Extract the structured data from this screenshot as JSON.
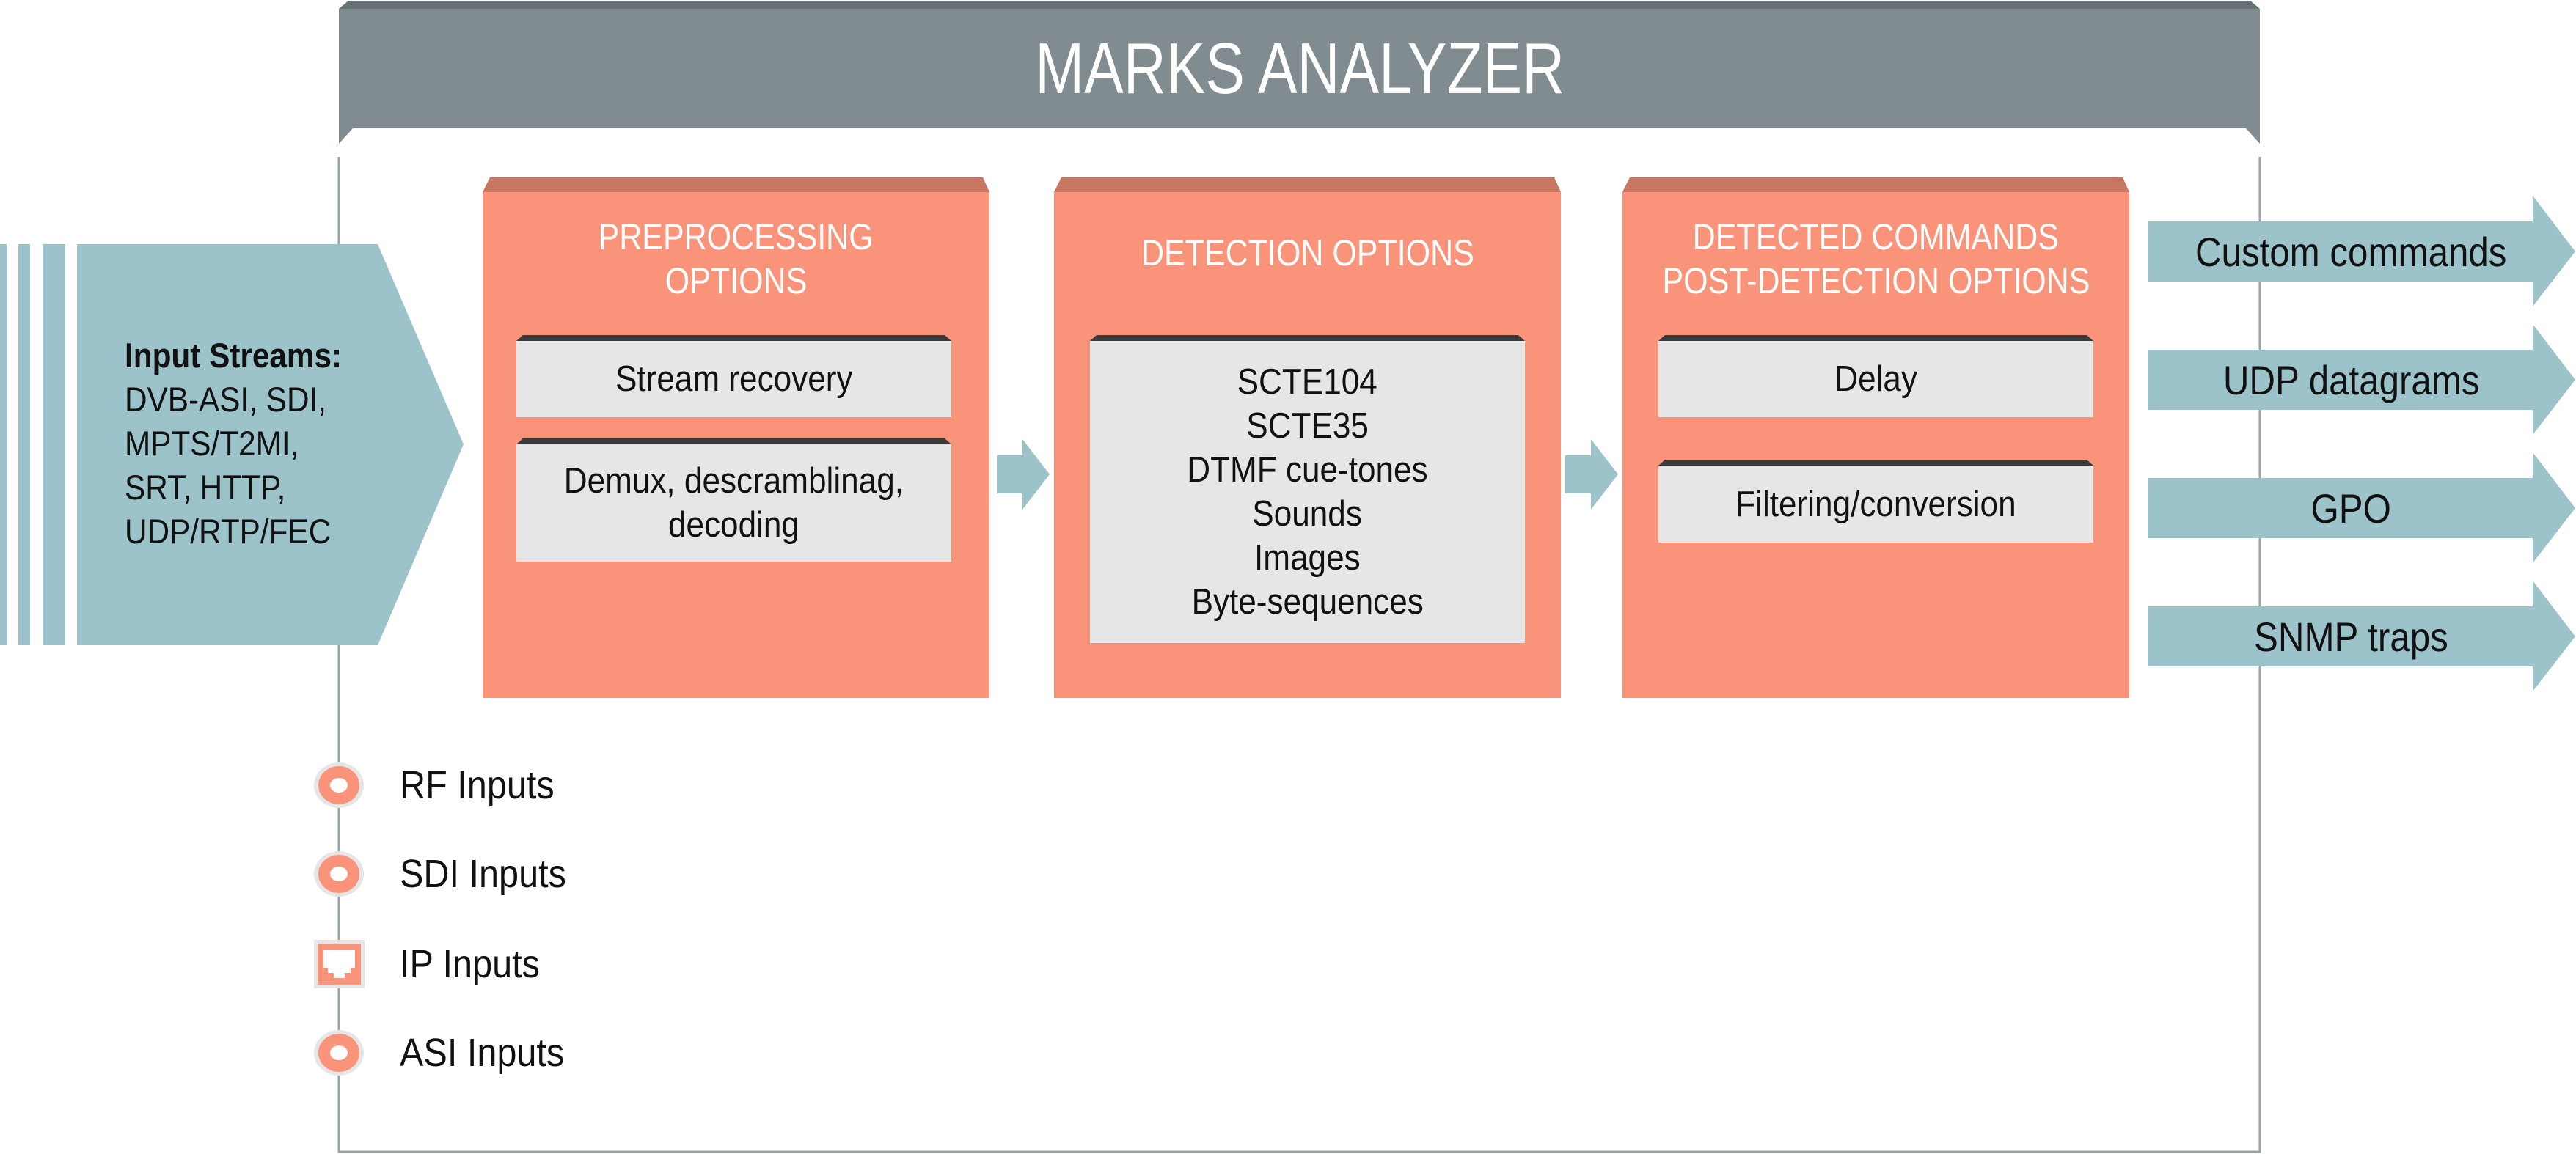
{
  "header": {
    "title": "MARKS ANALYZER"
  },
  "colors": {
    "header_gray": "#808c90",
    "header_gray_dark": "#677277",
    "panel_orange": "#f99379",
    "panel_orange_top": "#c7765f",
    "inner_gray": "#e6e6e6",
    "inner_top": "#3a3a3a",
    "stream_blue": "#9cc3ca",
    "frame_line": "#9aa3a6"
  },
  "input_streams": {
    "heading": "Input Streams:",
    "lines": [
      "DVB-ASI, SDI,",
      "MPTS/T2MI,",
      "SRT, HTTP,",
      "UDP/RTP/FEC"
    ]
  },
  "panels": [
    {
      "title_lines": [
        "PREPROCESSING",
        "OPTIONS"
      ],
      "items": [
        {
          "lines": [
            "Stream recovery"
          ]
        },
        {
          "lines": [
            "Demux, descramblinag,",
            "decoding"
          ]
        }
      ]
    },
    {
      "title_lines": [
        "DETECTION OPTIONS"
      ],
      "items": [
        {
          "lines": [
            "SCTE104",
            "SCTE35",
            "DTMF cue-tones",
            "Sounds",
            "Images",
            "Byte-sequences"
          ]
        }
      ]
    },
    {
      "title_lines": [
        "DETECTED COMMANDS",
        "POST-DETECTION OPTIONS"
      ],
      "items": [
        {
          "lines": [
            "Delay"
          ]
        },
        {
          "lines": [
            "Filtering/conversion"
          ]
        }
      ]
    }
  ],
  "outputs": [
    {
      "label": "Custom commands"
    },
    {
      "label": "UDP datagrams"
    },
    {
      "label": "GPO"
    },
    {
      "label": "SNMP traps"
    }
  ],
  "legend": [
    {
      "label": "RF Inputs",
      "icon": "connector-round-icon"
    },
    {
      "label": "SDI Inputs",
      "icon": "connector-round-icon"
    },
    {
      "label": "IP Inputs",
      "icon": "ethernet-port-icon"
    },
    {
      "label": "ASI Inputs",
      "icon": "connector-round-icon"
    }
  ]
}
